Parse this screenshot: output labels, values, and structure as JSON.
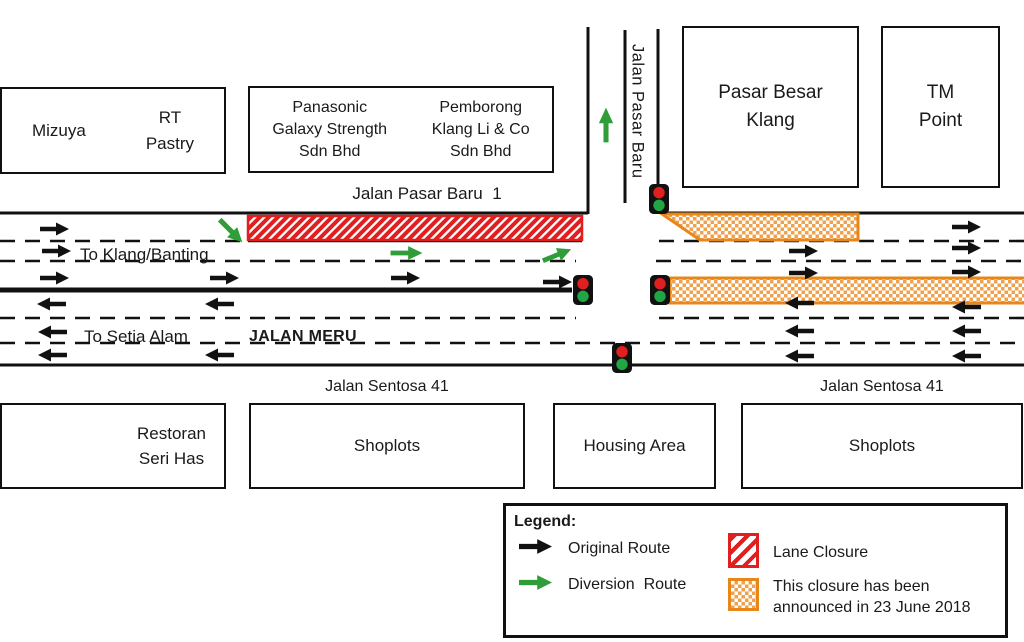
{
  "buildings": {
    "mizuya": "Mizuya",
    "rt_pastry": "RT\nPastry",
    "panasonic": "Panasonic\nGalaxy Strength\nSdn Bhd",
    "pemborong": "Pemborong\nKlang Li & Co\nSdn Bhd",
    "pasar_besar_klang": "Pasar Besar\nKlang",
    "tm_point": "TM\nPoint",
    "restoran_seri_has": "Restoran\nSeri Has",
    "shoplots_left": "Shoplots",
    "housing_area": "Housing Area",
    "shoplots_right": "Shoplots"
  },
  "roads": {
    "jalan_pasar_baru_1": "Jalan Pasar Baru  1",
    "jalan_pasar_baru": "Jalan Pasar Baru",
    "to_klang_banting": "To Klang/Banting",
    "jalan_meru": "JALAN MERU",
    "to_setia_alam": "To Setia Alam",
    "jalan_sentosa_41_left": "Jalan Sentosa 41",
    "jalan_sentosa_41_right": "Jalan Sentosa 41"
  },
  "legend": {
    "title": "Legend:",
    "original_route": "Original Route",
    "diversion_route": "Diversion  Route",
    "lane_closure": "Lane Closure",
    "announced_closure": "This closure has been\nannounced in 23 June 2018"
  },
  "icons": {
    "traffic_light": "traffic-light-icon",
    "original_route_arrow": "black-arrow-icon",
    "diversion_route_arrow": "green-arrow-icon"
  },
  "colors": {
    "lane_closure_red": "#e21f1f",
    "diversion_green": "#2f9e38",
    "announced_orange": "#e8861a",
    "announced_checker": "#f0a14e",
    "traffic_green": "#21a644",
    "road_black": "#111111"
  }
}
